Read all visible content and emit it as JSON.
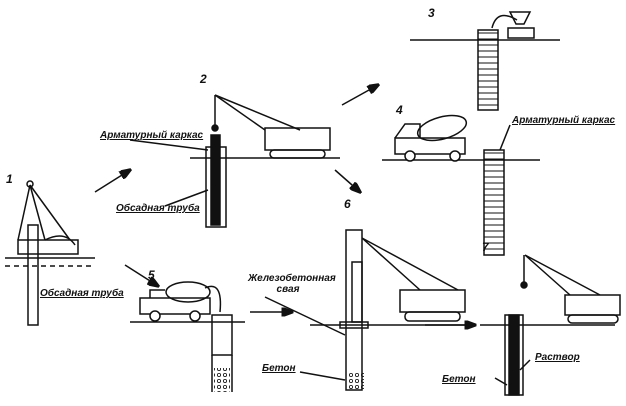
{
  "steps": [
    "1",
    "2",
    "3",
    "4",
    "5",
    "6",
    "7"
  ],
  "labels": {
    "casing_1": "Обсадная труба",
    "cage_2": "Арматурный каркас",
    "casing_2": "Обсадная труба",
    "cage_4": "Арматурный каркас",
    "pile_6": "Железобетонная свая",
    "concrete_5_6": "Бетон",
    "concrete_7": "Бетон",
    "grout_7": "Раствор"
  }
}
